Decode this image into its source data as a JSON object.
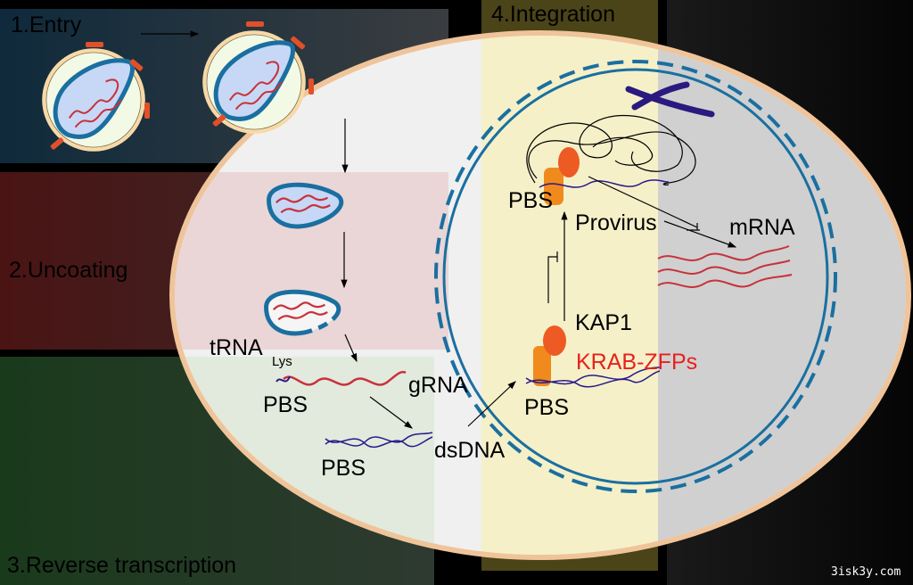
{
  "stages": {
    "entry": "1.Entry",
    "uncoating": "2.Uncoating",
    "reverse_transcription": "3.Reverse transcription",
    "integration": "4.Integration"
  },
  "labels": {
    "trna": "tRNA",
    "trna_sub": "Lys",
    "pbs_grna": "PBS",
    "grna": "gRNA",
    "pbs_dsdna": "PBS",
    "dsdna": "dsDNA",
    "pbs_krab": "PBS",
    "kap1": "KAP1",
    "krab_zfps": "KRAB-ZFPs",
    "pbs_provirus": "PBS",
    "provirus": "Provirus",
    "mrna": "mRNA"
  },
  "watermark": "3isk3y.com",
  "colors": {
    "rna": "#c8323c",
    "dna": "#2a1a8a",
    "envelope": "#f5c89a",
    "capsid": "#1a6fa0",
    "krab": "#e8201c",
    "protein_orange": "#f08a1c",
    "protein_red": "#ee5a24"
  }
}
